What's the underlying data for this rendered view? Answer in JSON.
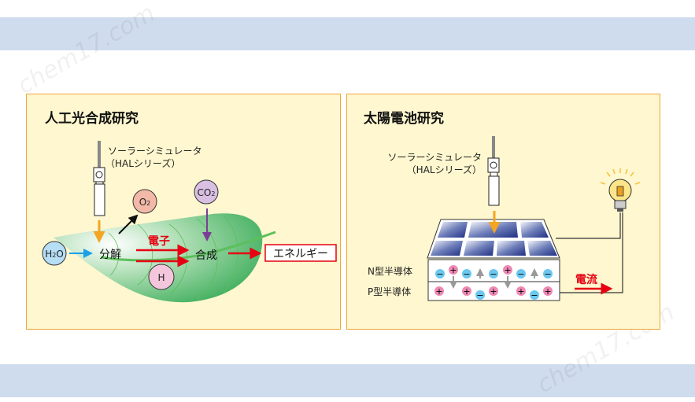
{
  "watermark": "chem17.com",
  "left_panel": {
    "title": "人工光合成研究",
    "simulator_label_1": "ソーラーシミュレータ",
    "simulator_label_2": "（HALシリーズ）",
    "h2o": "H2O",
    "o2": "O2",
    "co2": "CO2",
    "h": "H",
    "decomposition": "分解",
    "electron": "電子",
    "synthesis": "合成",
    "energy": "エネルギー"
  },
  "right_panel": {
    "title": "太陽電池研究",
    "simulator_label_1": "ソーラーシミュレータ",
    "simulator_label_2": "（HALシリーズ）",
    "n_type": "N型半導体",
    "p_type": "P型半導体",
    "current": "電流",
    "plus": "+",
    "minus": "−"
  },
  "colors": {
    "panel_bg": "#fef7cf",
    "panel_border": "#f0a43a",
    "band": "#cfdcee",
    "red": "#e60012",
    "leaf": "#52b466"
  }
}
